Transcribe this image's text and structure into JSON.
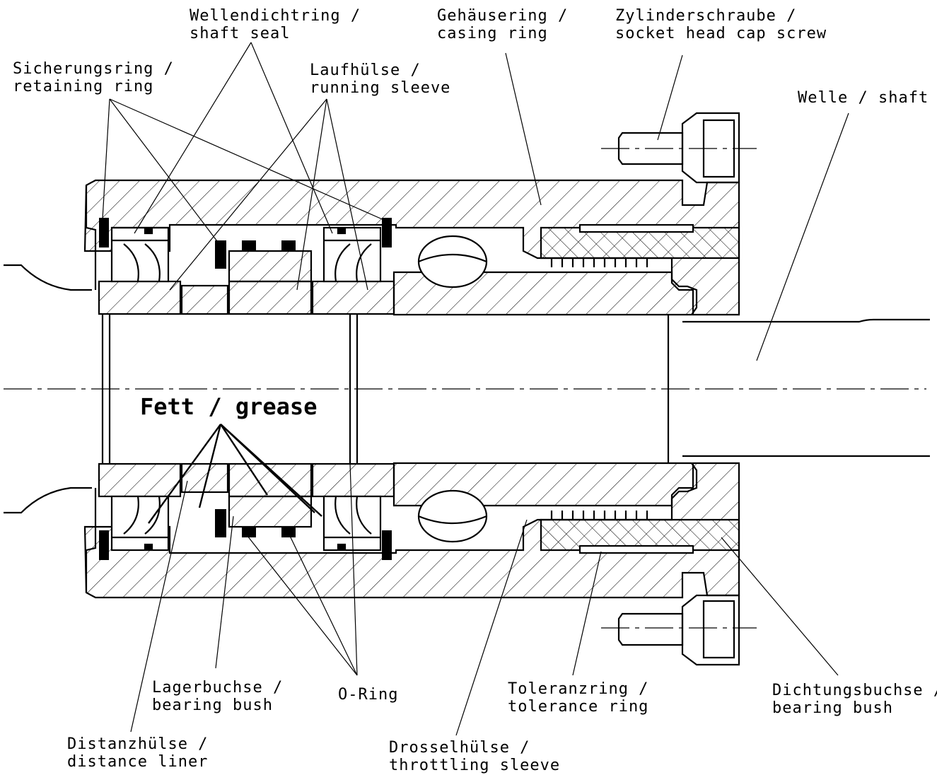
{
  "labels": {
    "shaft_seal": {
      "line1": "Wellendichtring /",
      "line2": "shaft seal"
    },
    "casing_ring": {
      "line1": "Gehäusering /",
      "line2": "casing ring"
    },
    "cap_screw": {
      "line1": "Zylinderschraube /",
      "line2": "socket head cap screw"
    },
    "retaining_ring": {
      "line1": "Sicherungsring /",
      "line2": "retaining ring"
    },
    "running_sleeve": {
      "line1": "Laufhülse /",
      "line2": "running sleeve"
    },
    "shaft": {
      "line1": "Welle / shaft"
    },
    "grease": {
      "line1": "Fett / grease"
    },
    "bearing_bush": {
      "line1": "Lagerbuchse /",
      "line2": "bearing bush"
    },
    "o_ring": {
      "line1": "O-Ring"
    },
    "tolerance_ring": {
      "line1": "Toleranzring /",
      "line2": "tolerance ring"
    },
    "sealing_bush": {
      "line1": "Dichtungsbuchse /",
      "line2": "bearing bush"
    },
    "distance_liner": {
      "line1": "Distanzhülse /",
      "line2": "distance liner"
    },
    "throttling_sleeve": {
      "line1": "Drosselhülse /",
      "line2": "throttling sleeve"
    }
  }
}
